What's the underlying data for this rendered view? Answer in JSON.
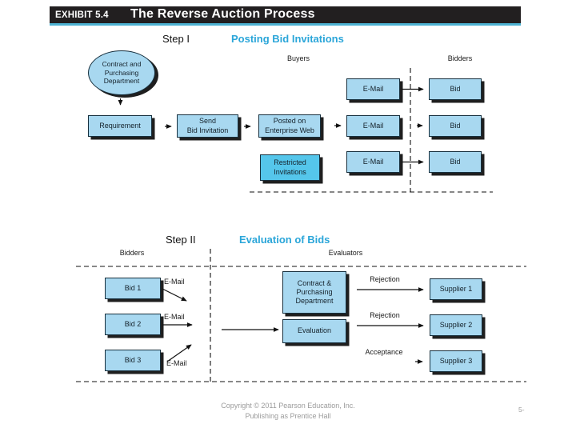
{
  "header": {
    "exhibit_label": "EXHIBIT 5.4",
    "title": "The Reverse Auction Process"
  },
  "step1": {
    "label": "Step I",
    "title": "Posting Bid Invitations",
    "buyers_label": "Buyers",
    "bidders_label": "Bidders",
    "department_ellipse": "Contract and\nPurchasing\nDepartment",
    "requirement_box": "Requirement",
    "send_bid_box": "Send\nBid Invitation",
    "posted_web_box": "Posted on\nEnterprise Web",
    "restricted_box": "Restricted\nInvitations",
    "email_box": "E-Mail",
    "bid_box": "Bid"
  },
  "step2": {
    "label": "Step II",
    "title": "Evaluation of Bids",
    "bidders_label": "Bidders",
    "evaluators_label": "Evaluators",
    "bid_boxes": [
      "Bid 1",
      "Bid 2",
      "Bid 3"
    ],
    "email_label": "E-Mail",
    "department_box": "Contract &\nPurchasing\nDepartment",
    "evaluation_box": "Evaluation",
    "outcome_labels": [
      "Rejection",
      "Rejection",
      "Acceptance"
    ],
    "supplier_boxes": [
      "Supplier 1",
      "Supplier 2",
      "Supplier 3"
    ]
  },
  "footer": {
    "copyright_line1": "Copyright © 2011 Pearson Education, Inc.",
    "copyright_line2": "Publishing as Prentice Hall",
    "page_number": "5-"
  },
  "colors": {
    "box_fill": "#A8D8F0",
    "box_fill_dark": "#55C6EB",
    "accent_cyan": "#2BA6D9",
    "header_bar": "#221F20",
    "header_underline": "#4DB2D2",
    "copyright_gray": "#9B9B9B"
  }
}
